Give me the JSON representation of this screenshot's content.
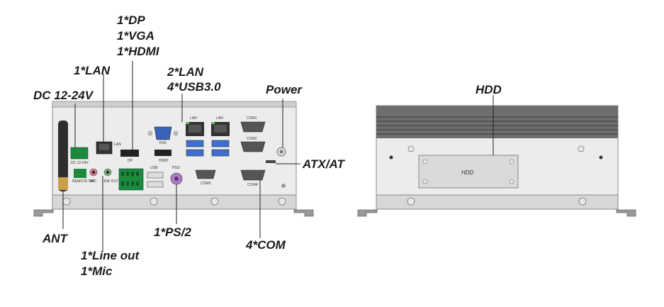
{
  "callouts": {
    "dp": "1*DP",
    "vga": "1*VGA",
    "hdmi": "1*HDMI",
    "lan1": "1*LAN",
    "lan2": "2*LAN",
    "usb3": "4*USB3.0",
    "power": "Power",
    "dc": "DC 12-24V",
    "atx": "ATX/AT",
    "ant": "ANT",
    "lineout": "1*Line out",
    "mic": "1*Mic",
    "ps2": "1*PS/2",
    "com": "4*COM",
    "hdd": "HDD"
  },
  "panel_labels": {
    "lan": "LAN",
    "vga": "VGA",
    "dp": "DP",
    "hdmi": "HDMI",
    "usb": "USB",
    "ps2": "PS/2",
    "com1": "COM1",
    "com2": "COM2",
    "com3": "COM3",
    "com4": "COM4",
    "dc_in": "DC 12-24V",
    "remote": "REMOTE SW",
    "mic": "MIC",
    "line_out": "LINE OUT",
    "hdd_cover": "HDD"
  }
}
